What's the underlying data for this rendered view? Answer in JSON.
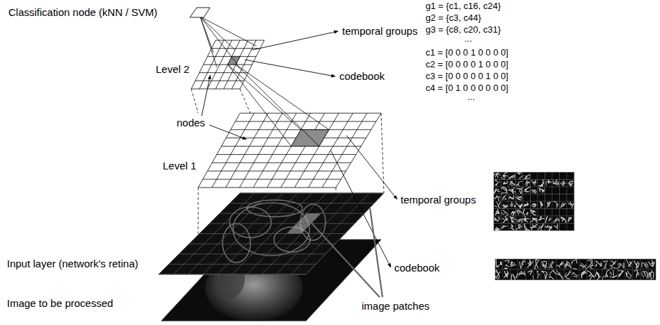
{
  "diagram": {
    "labels": [
      "Classification node (kNN / SVM)",
      "g1 = {c1, c16, c24}",
      "g2 = {c3, c44}",
      "g3 = {c8, c20, c31}",
      "...",
      "temporal groups",
      "Level 2",
      "c1 = [0 0 0 1 0 0 0 0]",
      "c2 = [0 0 0 0 1 0 0 0]",
      "c3 = [0 0 0 0 0 1 0 0]",
      "c4 = [0 1 0 0 0 0 0 0]",
      "...",
      "codebook",
      "nodes",
      "Level 1",
      "temporal groups",
      "Input layer (network's retina)",
      "codebook",
      "Image to be processed",
      "image patches"
    ]
  }
}
